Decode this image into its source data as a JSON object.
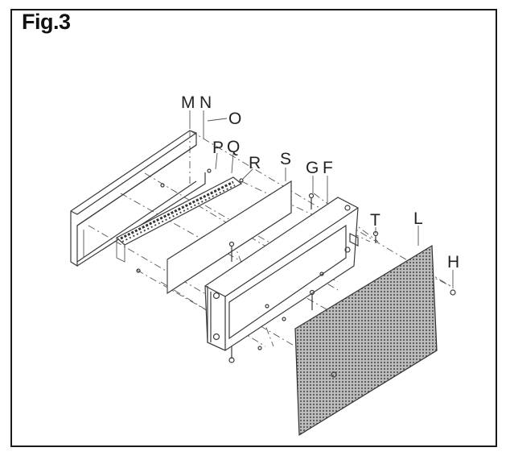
{
  "figure": {
    "title": "Fig.3"
  },
  "labels": {
    "M": "M",
    "N": "N",
    "O": "O",
    "P": "P",
    "Q": "Q",
    "R": "R",
    "S": "S",
    "G": "G",
    "F": "F",
    "T": "T",
    "L": "L",
    "H": "H"
  }
}
